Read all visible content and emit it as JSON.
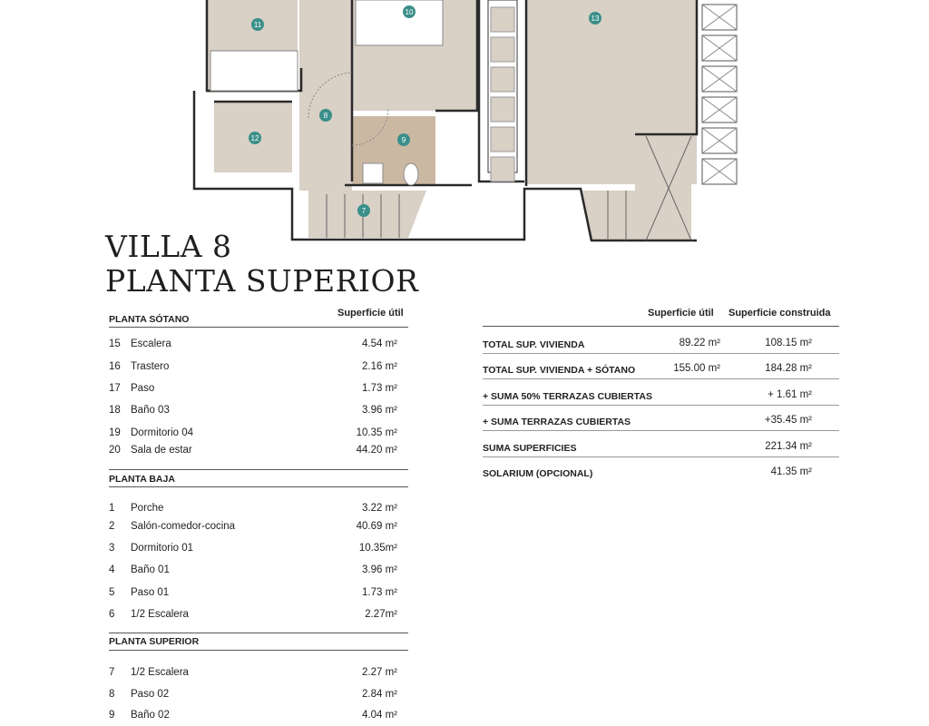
{
  "title": {
    "line1": "VILLA 8",
    "line2": "PLANTA SUPERIOR"
  },
  "plan": {
    "room_labels": [
      "11",
      "10",
      "13",
      "8",
      "12",
      "9",
      "7"
    ],
    "room_color": "#d9d0c6",
    "accent": "#3a8f8a"
  },
  "left_table": {
    "col_header": "Superficie útil",
    "sections": [
      {
        "name": "PLANTA SÓTANO",
        "rows": [
          {
            "n": "15",
            "name": "Escalera",
            "v": "4.54 m²"
          },
          {
            "n": "16",
            "name": "Trastero",
            "v": "2.16 m²"
          },
          {
            "n": "17",
            "name": "Paso",
            "v": "1.73 m²"
          },
          {
            "n": "18",
            "name": "Baño 03",
            "v": "3.96 m²"
          },
          {
            "n": "19",
            "name": "Dormitorio 04",
            "v": "10.35 m²"
          },
          {
            "n": "20",
            "name": "Sala de estar",
            "v": "44.20 m²"
          }
        ]
      },
      {
        "name": "PLANTA BAJA",
        "rows": [
          {
            "n": "1",
            "name": "Porche",
            "v": "3.22 m²"
          },
          {
            "n": "2",
            "name": "Salón-comedor-cocina",
            "v": "40.69 m²"
          },
          {
            "n": "3",
            "name": "Dormitorio 01",
            "v": "10.35m²"
          },
          {
            "n": "4",
            "name": "Baño 01",
            "v": "3.96 m²"
          },
          {
            "n": "5",
            "name": "Paso 01",
            "v": "1.73 m²"
          },
          {
            "n": "6",
            "name": "1/2 Escalera",
            "v": "2.27m²"
          }
        ]
      },
      {
        "name": "PLANTA SUPERIOR",
        "rows": [
          {
            "n": "7",
            "name": "1/2 Escalera",
            "v": "2.27 m²"
          },
          {
            "n": "8",
            "name": "Paso 02",
            "v": "2.84 m²"
          },
          {
            "n": "9",
            "name": "Baño 02",
            "v": "4.04 m²"
          }
        ]
      }
    ]
  },
  "right_table": {
    "col_util": "Superficie útil",
    "col_construida": "Superficie construida",
    "rows": [
      {
        "label": "TOTAL SUP. VIVIENDA",
        "util": "89.22 m²",
        "construida": "108.15 m²"
      },
      {
        "label": "TOTAL SUP. VIVIENDA + SÓTANO",
        "util": "155.00  m²",
        "construida": "184.28 m²"
      },
      {
        "label": "+ SUMA 50% TERRAZAS CUBIERTAS",
        "util": "",
        "construida": "+ 1.61 m²"
      },
      {
        "label": "+ SUMA TERRAZAS CUBIERTAS",
        "util": "",
        "construida": "+35.45 m²"
      },
      {
        "label": "SUMA SUPERFICIES",
        "util": "",
        "construida": "221.34 m²"
      },
      {
        "label": "SOLARIUM (OPCIONAL)",
        "util": "",
        "construida": "41.35 m²"
      }
    ]
  }
}
